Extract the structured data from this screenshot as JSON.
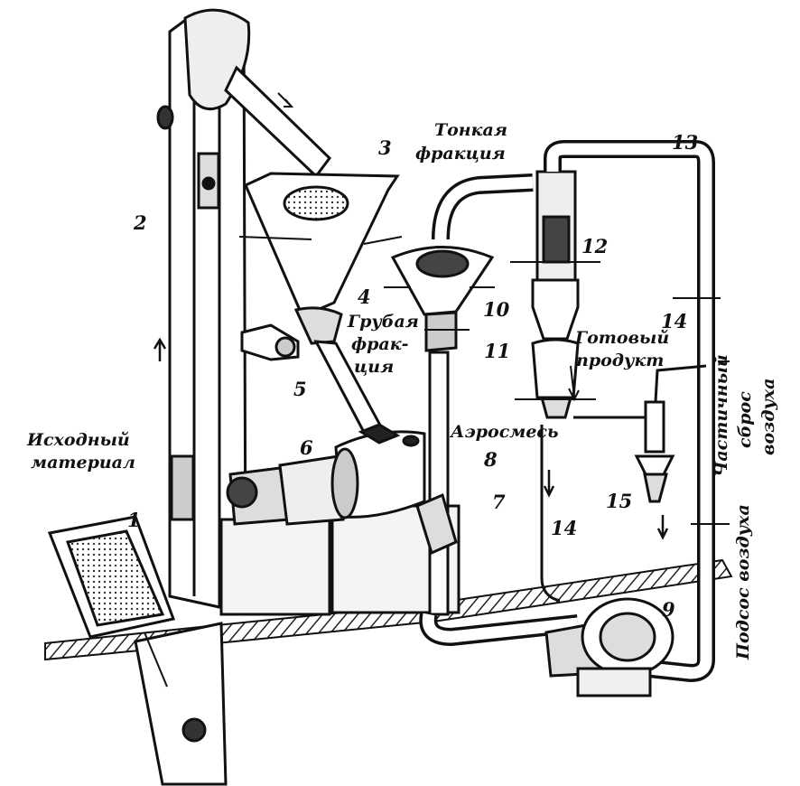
{
  "colors": {
    "ink": "#111111",
    "paper": "#ffffff",
    "hatch": "#222222",
    "shade": "#555555"
  },
  "labels": {
    "n1": "1",
    "n2": "2",
    "n3": "3",
    "n4": "4",
    "n5": "5",
    "n6": "6",
    "n7": "7",
    "n8": "8",
    "n9": "9",
    "n10": "10",
    "n11": "11",
    "n12": "12",
    "n13": "13",
    "n14a": "14",
    "n14b": "14",
    "n15": "15",
    "source_line1": "Исходный",
    "source_line2": "материал",
    "fine_line1": "Тонкая",
    "fine_line2": "фракция",
    "coarse_line1": "Грубая",
    "coarse_line2": "фрак-",
    "coarse_line3": "ция",
    "aero": "Аэросмесь",
    "product_line1": "Готовый",
    "product_line2": "продукт",
    "partial_line1": "Частичный",
    "partial_line2": "сброс",
    "partial_line3": "воздуха",
    "suction": "Подсос воздуха"
  }
}
